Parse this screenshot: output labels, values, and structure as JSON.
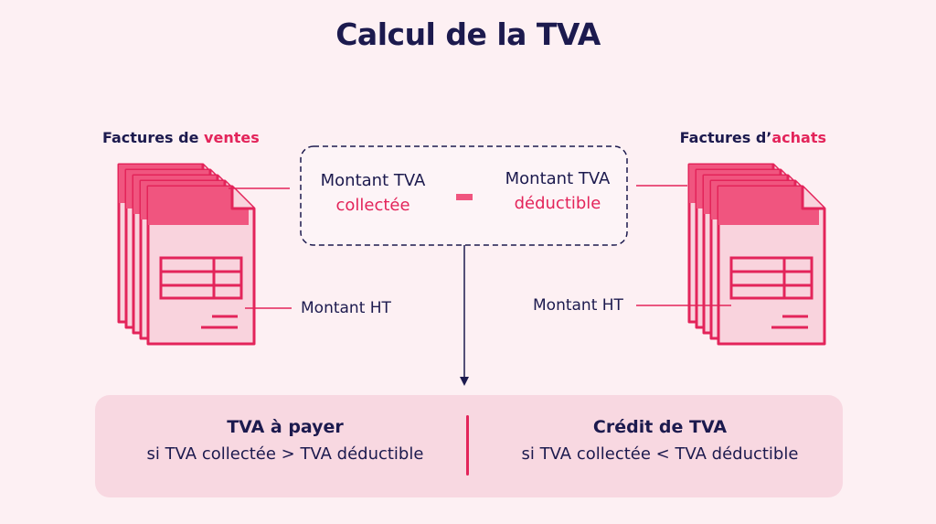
{
  "title": "Calcul de la TVA",
  "left_group": {
    "heading_prefix": "Factures de ",
    "heading_accent": "ventes",
    "tva_label": "Montant TVA",
    "tva_type": "collectée",
    "ht_label": "Montant HT"
  },
  "right_group": {
    "heading_prefix": "Factures d’",
    "heading_accent": "achats",
    "tva_label": "Montant TVA",
    "tva_type": "déductible",
    "ht_label": "Montant HT"
  },
  "operator": "-",
  "results": {
    "payer": {
      "title": "TVA à payer",
      "condition": "si TVA collectée > TVA déductible"
    },
    "credit": {
      "title": "Crédit de TVA",
      "condition": "si TVA collectée < TVA déductible"
    }
  },
  "colors": {
    "navy": "#1c1a4e",
    "accent": "#e3245a",
    "pink_light": "#f9d3dd",
    "pink_mid": "#f0557f",
    "background": "#fdf0f3",
    "result_bg": "#f8d8e1"
  },
  "icons": [
    "invoice-stack-icon",
    "invoice-stack-icon"
  ]
}
